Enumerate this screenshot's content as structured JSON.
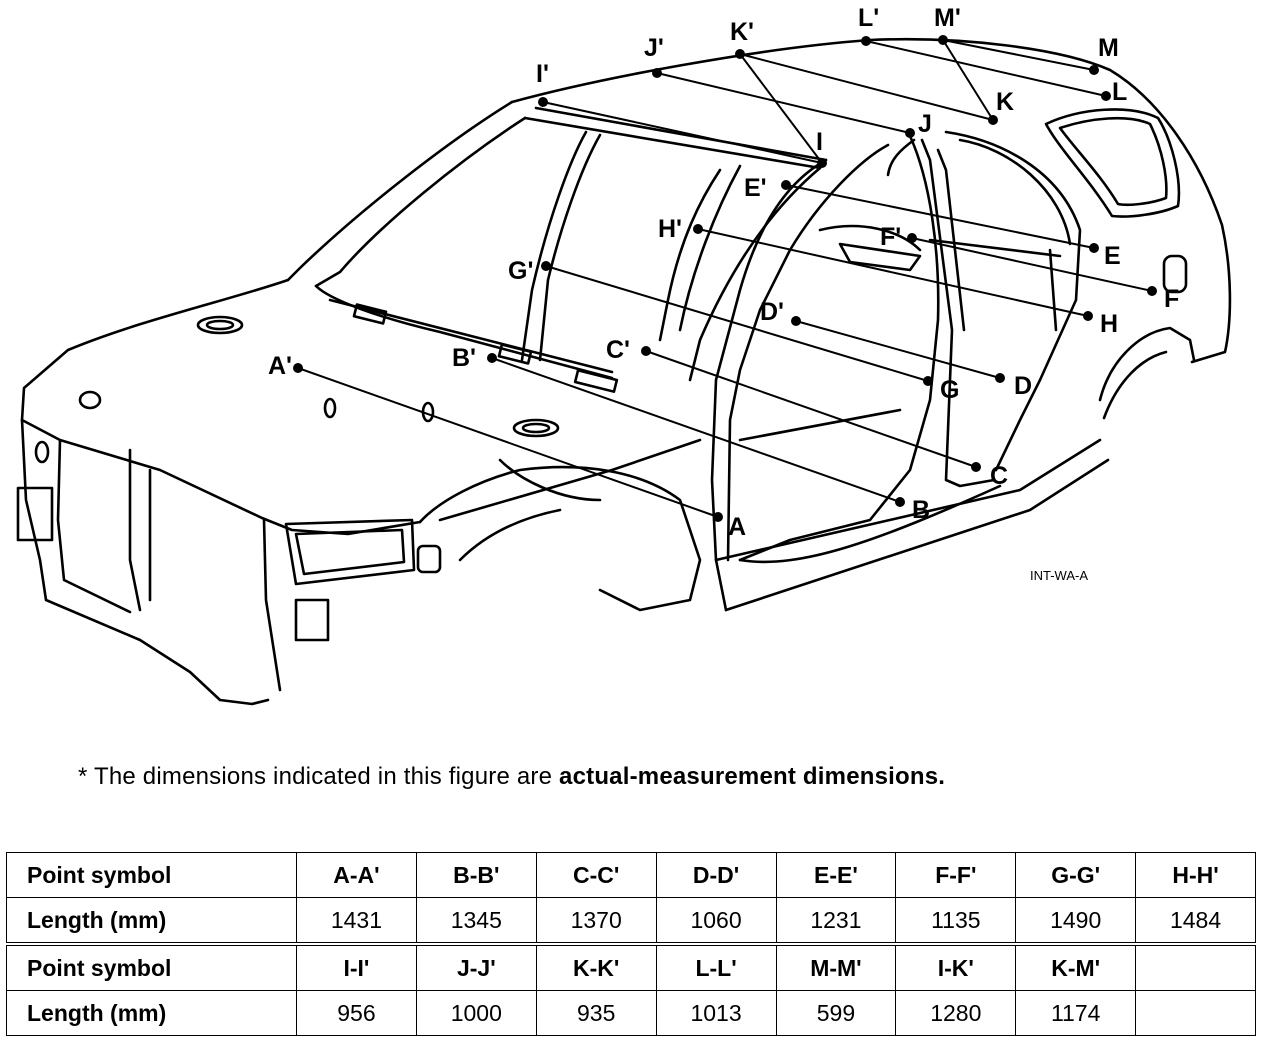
{
  "figure": {
    "code": "INT-WA-A",
    "points": {
      "A": "A",
      "A_prime": "A'",
      "B": "B",
      "B_prime": "B'",
      "C": "C",
      "C_prime": "C'",
      "D": "D",
      "D_prime": "D'",
      "E": "E",
      "E_prime": "E'",
      "F": "F",
      "F_prime": "F'",
      "G": "G",
      "G_prime": "G'",
      "H": "H",
      "H_prime": "H'",
      "I": "I",
      "I_prime": "I'",
      "J": "J",
      "J_prime": "J'",
      "K": "K",
      "K_prime": "K'",
      "L": "L",
      "L_prime": "L'",
      "M": "M",
      "M_prime": "M'"
    }
  },
  "note": {
    "prefix": "* The dimensions indicated in this figure are ",
    "emphasis": "actual-measurement dimensions."
  },
  "table": {
    "row_header_symbol": "Point symbol",
    "row_header_length": "Length (mm)",
    "groups": [
      {
        "symbols": [
          "A-A'",
          "B-B'",
          "C-C'",
          "D-D'",
          "E-E'",
          "F-F'",
          "G-G'",
          "H-H'"
        ],
        "lengths": [
          "1431",
          "1345",
          "1370",
          "1060",
          "1231",
          "1135",
          "1490",
          "1484"
        ]
      },
      {
        "symbols": [
          "I-I'",
          "J-J'",
          "K-K'",
          "L-L'",
          "M-M'",
          "I-K'",
          "K-M'",
          ""
        ],
        "lengths": [
          "956",
          "1000",
          "935",
          "1013",
          "599",
          "1280",
          "1174",
          ""
        ]
      }
    ]
  }
}
